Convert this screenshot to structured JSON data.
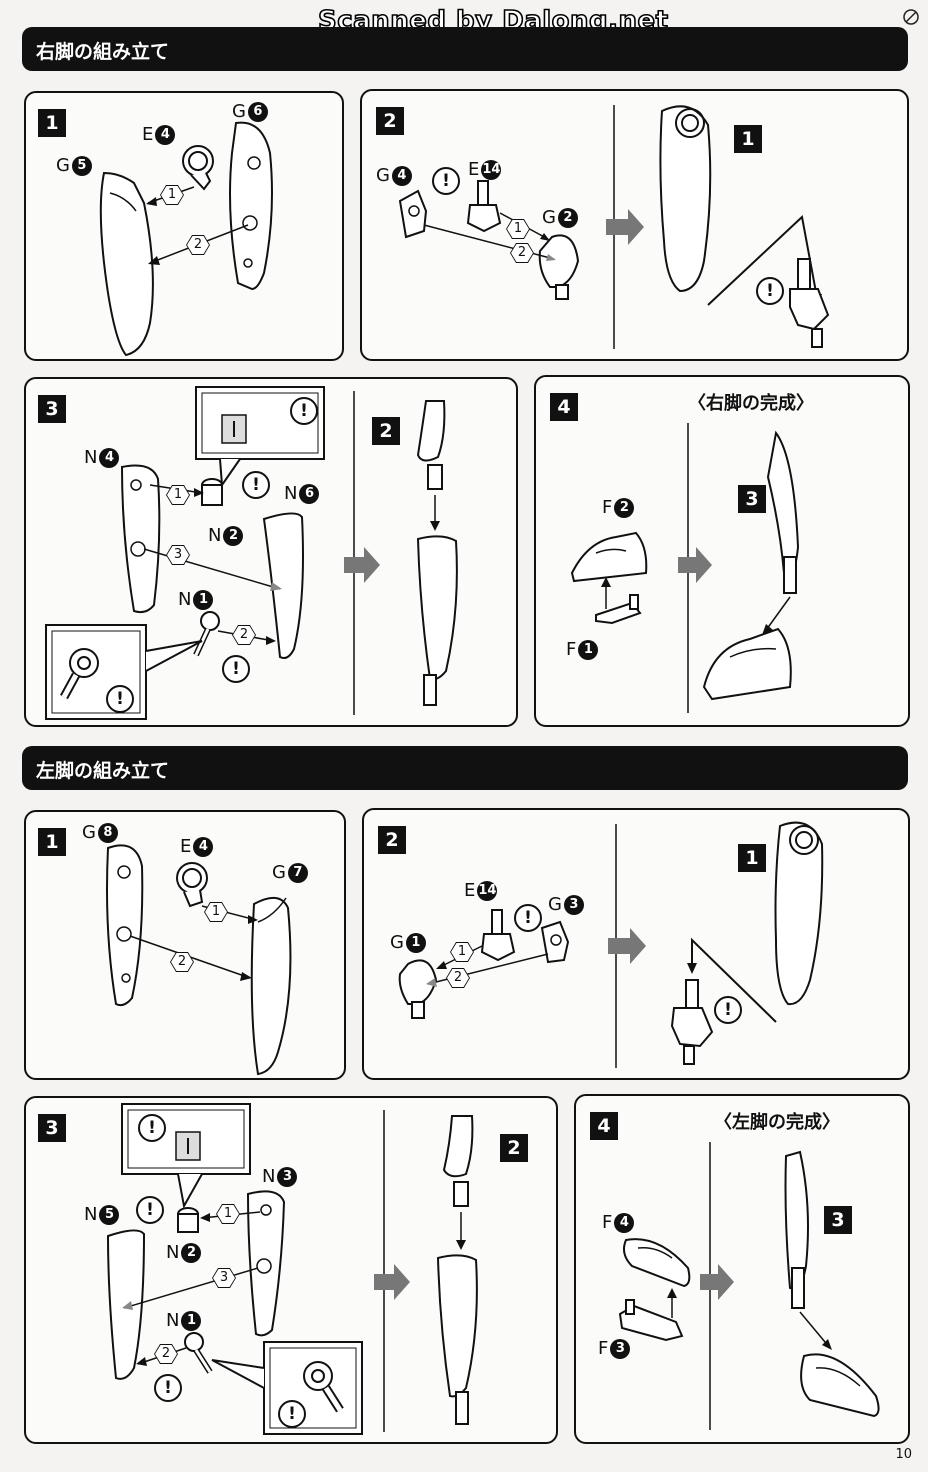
{
  "scan_credit": "Scanned by Dalong.net",
  "sections": {
    "right_leg": {
      "title": "右脚の組み立て"
    },
    "left_leg": {
      "title": "左脚の組み立て"
    }
  },
  "right": {
    "p1": {
      "step": "1",
      "parts": {
        "e4": [
          "E",
          "4"
        ],
        "g6": [
          "G",
          "6"
        ],
        "g5": [
          "G",
          "5"
        ]
      },
      "seq": [
        "1",
        "2"
      ]
    },
    "p2": {
      "step": "2",
      "parts": {
        "g4": [
          "G",
          "4"
        ],
        "e14": [
          "E",
          "14"
        ],
        "g2": [
          "G",
          "2"
        ]
      },
      "seq": [
        "1",
        "2"
      ],
      "ref": "1"
    },
    "p3": {
      "step": "3",
      "parts": {
        "n4": [
          "N",
          "4"
        ],
        "n6": [
          "N",
          "6"
        ],
        "n2": [
          "N",
          "2"
        ],
        "n1": [
          "N",
          "1"
        ]
      },
      "seq": [
        "1",
        "2",
        "3"
      ],
      "ref": "2"
    },
    "p4": {
      "step": "4",
      "title": "〈右脚の完成〉",
      "parts": {
        "f2": [
          "F",
          "2"
        ],
        "f1": [
          "F",
          "1"
        ]
      },
      "ref": "3"
    }
  },
  "left": {
    "p1": {
      "step": "1",
      "parts": {
        "g8": [
          "G",
          "8"
        ],
        "e4": [
          "E",
          "4"
        ],
        "g7": [
          "G",
          "7"
        ]
      },
      "seq": [
        "1",
        "2"
      ]
    },
    "p2": {
      "step": "2",
      "parts": {
        "e14": [
          "E",
          "14"
        ],
        "g3": [
          "G",
          "3"
        ],
        "g1": [
          "G",
          "1"
        ]
      },
      "seq": [
        "1",
        "2"
      ],
      "ref": "1"
    },
    "p3": {
      "step": "3",
      "parts": {
        "n3": [
          "N",
          "3"
        ],
        "n5": [
          "N",
          "5"
        ],
        "n2": [
          "N",
          "2"
        ],
        "n1": [
          "N",
          "1"
        ]
      },
      "seq": [
        "1",
        "2",
        "3"
      ],
      "ref": "2"
    },
    "p4": {
      "step": "4",
      "title": "〈左脚の完成〉",
      "parts": {
        "f4": [
          "F",
          "4"
        ],
        "f3": [
          "F",
          "3"
        ]
      },
      "ref": "3"
    }
  },
  "warning_glyph": "!",
  "page_number": "10"
}
